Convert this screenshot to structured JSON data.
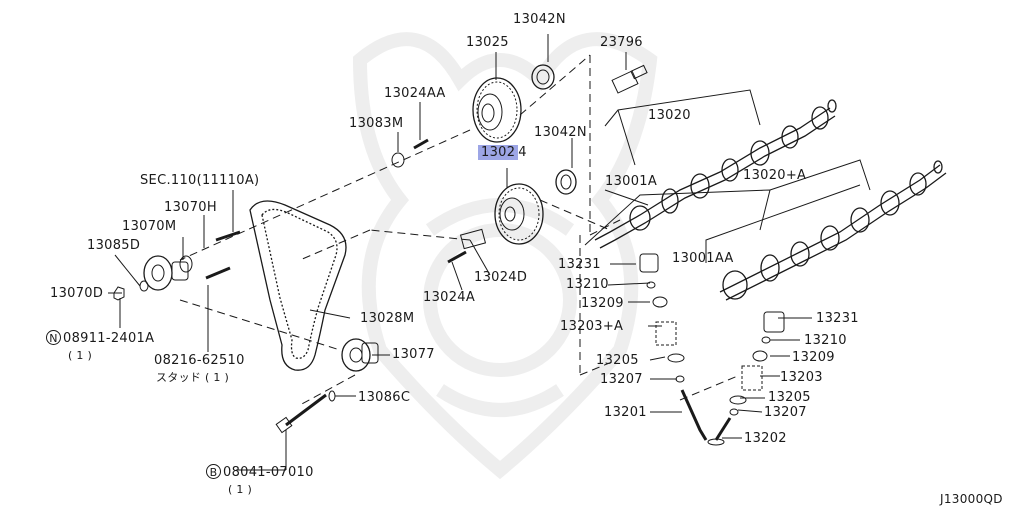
{
  "colors": {
    "ink": "#1a1a1a",
    "highlight": "#9da6e6",
    "watermark": "#eeeeee"
  },
  "labels": {
    "p13042n_top": "13042N",
    "p13025": "13025",
    "p23796": "23796",
    "p13024aa": "13024AA",
    "p13083m": "13083M",
    "p13020": "13020",
    "p13042n_mid": "13042N",
    "p13024_hl": "1302",
    "p13024_rest": "4",
    "sec110": "SEC.110(11110A)",
    "p13001a": "13001A",
    "p13020a": "13020+A",
    "p13070h": "13070H",
    "p13070m": "13070M",
    "p13085d": "13085D",
    "p13070d": "13070D",
    "p13231_mid": "13231",
    "p13001aa": "13001AA",
    "p13024d": "13024D",
    "p13210_mid": "13210",
    "p13024a": "13024A",
    "p13209_mid": "13209",
    "p13028m": "13028M",
    "p13231_right": "13231",
    "p13203a": "13203+A",
    "p13210_right": "13210",
    "p08911_code": "08911-2401A",
    "p08911_qty": "( 1 )",
    "p13077": "13077",
    "p13209_right": "13209",
    "p13205_mid": "13205",
    "p13203": "13203",
    "p08216_code": "08216-62510",
    "p08216_qty": "スタッド ( 1 )",
    "p13207_mid": "13207",
    "p13205_right": "13205",
    "p13086c": "13086C",
    "p13207_right": "13207",
    "p13201": "13201",
    "p13202": "13202",
    "p08041_code": "08041-07010",
    "p08041_qty": "( 1 )",
    "diagram_code": "J13000QD"
  },
  "symbols": {
    "nut_mark": "N",
    "bolt_mark": "B"
  },
  "icons": [
    "camshaft-icon",
    "cam-sprocket-icon",
    "timing-belt-icon",
    "valve-icon",
    "valve-spring-icon",
    "tensioner-pulley-icon",
    "bolt-icon",
    "camshaft-sensor-icon"
  ]
}
